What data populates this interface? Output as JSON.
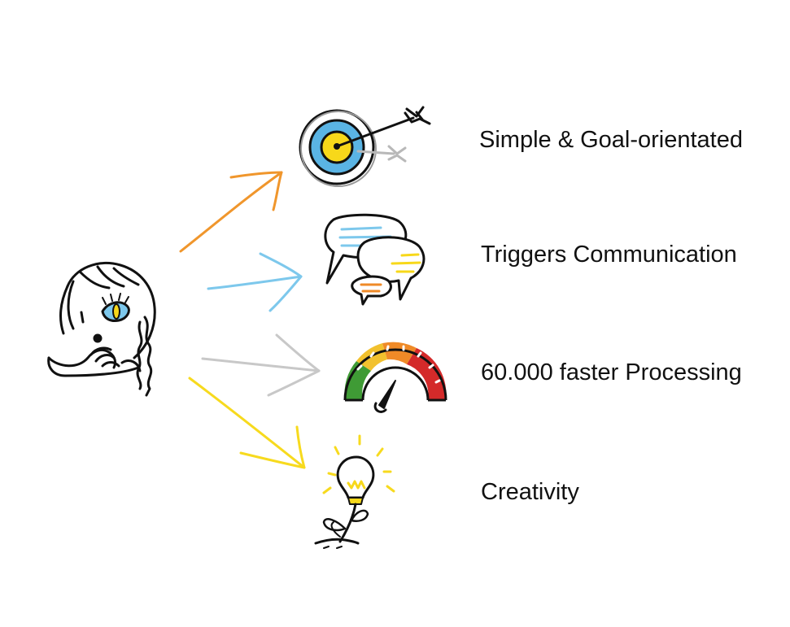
{
  "colors": {
    "ink": "#111111",
    "orange": "#f0962c",
    "sky_blue": "#7dc8ec",
    "gray": "#c8c8c8",
    "yellow": "#f7da1e",
    "target_blue": "#5ab4e4",
    "target_yellow": "#f7d81a",
    "gauge_green": "#3f9b35",
    "gauge_yellow": "#f2c12e",
    "gauge_orange": "#ef8a27",
    "gauge_red": "#d42a2a"
  },
  "benefits": [
    {
      "label": "Simple & Goal-orientated",
      "icon": "target-icon",
      "arrow_color": "orange"
    },
    {
      "label": "Triggers Communication",
      "icon": "speech-bubbles-icon",
      "arrow_color": "sky_blue"
    },
    {
      "label": "60.000 faster Processing",
      "icon": "speedometer-icon",
      "arrow_color": "gray"
    },
    {
      "label": "Creativity",
      "icon": "lightbulb-plant-icon",
      "arrow_color": "yellow"
    }
  ],
  "figure": "thinking-girl-icon"
}
